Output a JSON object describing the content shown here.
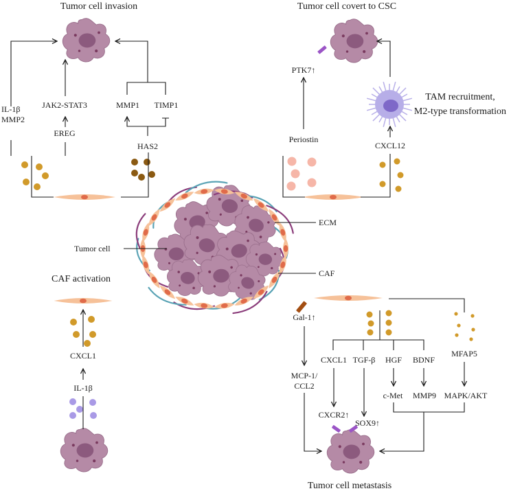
{
  "colors": {
    "tumor_fill": "#b58aa6",
    "tumor_dark": "#9a6f8c",
    "tumor_nucleus": "#8c5a7e",
    "tumor_spot": "#7a3a5f",
    "caf_fill": "#f6c199",
    "caf_nucleus": "#e06b4a",
    "gold_dot": "#d19a2a",
    "brown_dot": "#8b5a12",
    "pink_dot": "#f6b6a8",
    "lilac_dot": "#a99ae6",
    "tam_fill": "#b7aee8",
    "tam_nucleus": "#7e68c8",
    "receptor_purple": "#9b55c6",
    "receptor_brown": "#a34e12",
    "ecm_blue": "#5aa3b5",
    "ecm_purple": "#8b3d7b",
    "line": "#1a1a1a"
  },
  "icons": [
    "tumor-cell-icon",
    "caf-cell-icon",
    "tam-cell-icon",
    "secreted-dots-icon",
    "receptor-icon",
    "ecm-fiber-icon"
  ],
  "titles": {
    "invasion": "Tumor cell invasion",
    "csc": "Tumor cell covert to CSC",
    "caf_activation": "CAF activation",
    "metastasis": "Tumor cell metastasis"
  },
  "invasion": {
    "il1b": "IL-1β",
    "mmp2": "MMP2",
    "jak2": "JAK2-STAT3",
    "ereg": "EREG",
    "mmp1": "MMP1",
    "timp1": "TIMP1",
    "has2": "HAS2"
  },
  "csc": {
    "ptk7": "PTK7↑",
    "periostin": "Periostin",
    "cxcl12": "CXCL12",
    "tam_line1": "TAM recruitment,",
    "tam_line2": "M2-type transformation"
  },
  "center": {
    "ecm": "ECM",
    "tumor_cell": "Tumor cell",
    "caf": "CAF"
  },
  "activation": {
    "cxcl1": "CXCL1",
    "il1b": "IL-1β"
  },
  "metastasis": {
    "gal1": "Gal-1↑",
    "mcp1_line1": "MCP-1/",
    "mcp1_line2": "CCL2",
    "cxcl1": "CXCL1",
    "tgfb": "TGF-β",
    "hgf": "HGF",
    "bdnf": "BDNF",
    "mfap5": "MFAP5",
    "cmet": "c-Met",
    "mmp9": "MMP9",
    "mapk": "MAPK/AKT",
    "cxcr2": "CXCR2↑",
    "sox9": "SOX9↑"
  }
}
